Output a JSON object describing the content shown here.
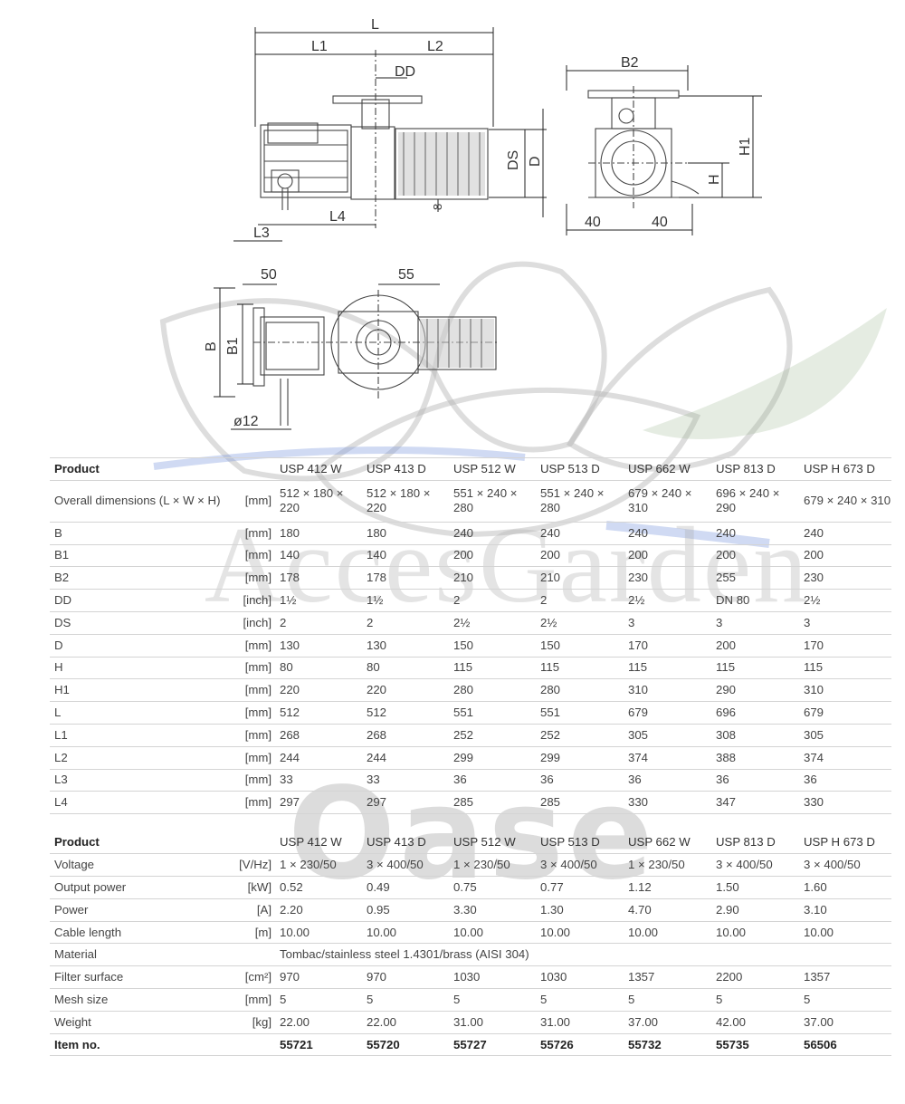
{
  "drawing": {
    "dims": {
      "L": "L",
      "L1": "L1",
      "L2": "L2",
      "DD": "DD",
      "DS": "DS",
      "D": "D",
      "L3": "L3",
      "L4": "L4",
      "eight": "8",
      "B2": "B2",
      "H1": "H1",
      "H": "H",
      "forty_left": "40",
      "forty_right": "40",
      "fifty": "50",
      "fiftyfive": "55",
      "B": "B",
      "B1": "B1",
      "phi12": "ø12"
    }
  },
  "watermark": {
    "brand": "AccesGarden",
    "logo": "Oase"
  },
  "models": [
    "USP 412 W",
    "USP 413 D",
    "USP 512 W",
    "USP 513 D",
    "USP 662 W",
    "USP 813 D",
    "USP H 673 D"
  ],
  "table1": {
    "header_label": "Product",
    "rows": [
      {
        "label": "Overall dimensions (L × W × H)",
        "unit": "[mm]",
        "values": [
          "512 × 180 × 220",
          "512 × 180 × 220",
          "551 × 240 × 280",
          "551 × 240 × 280",
          "679 × 240 × 310",
          "696 × 240 × 290",
          "679 × 240 × 310"
        ]
      },
      {
        "label": "B",
        "unit": "[mm]",
        "values": [
          "180",
          "180",
          "240",
          "240",
          "240",
          "240",
          "240"
        ]
      },
      {
        "label": "B1",
        "unit": "[mm]",
        "values": [
          "140",
          "140",
          "200",
          "200",
          "200",
          "200",
          "200"
        ]
      },
      {
        "label": "B2",
        "unit": "[mm]",
        "values": [
          "178",
          "178",
          "210",
          "210",
          "230",
          "255",
          "230"
        ]
      },
      {
        "label": "DD",
        "unit": "[inch]",
        "values": [
          "1½",
          "1½",
          "2",
          "2",
          "2½",
          "DN 80",
          "2½"
        ]
      },
      {
        "label": "DS",
        "unit": "[inch]",
        "values": [
          "2",
          "2",
          "2½",
          "2½",
          "3",
          "3",
          "3"
        ]
      },
      {
        "label": "D",
        "unit": "[mm]",
        "values": [
          "130",
          "130",
          "150",
          "150",
          "170",
          "200",
          "170"
        ]
      },
      {
        "label": "H",
        "unit": "[mm]",
        "values": [
          "80",
          "80",
          "115",
          "115",
          "115",
          "115",
          "115"
        ]
      },
      {
        "label": "H1",
        "unit": "[mm]",
        "values": [
          "220",
          "220",
          "280",
          "280",
          "310",
          "290",
          "310"
        ]
      },
      {
        "label": "L",
        "unit": "[mm]",
        "values": [
          "512",
          "512",
          "551",
          "551",
          "679",
          "696",
          "679"
        ]
      },
      {
        "label": "L1",
        "unit": "[mm]",
        "values": [
          "268",
          "268",
          "252",
          "252",
          "305",
          "308",
          "305"
        ]
      },
      {
        "label": "L2",
        "unit": "[mm]",
        "values": [
          "244",
          "244",
          "299",
          "299",
          "374",
          "388",
          "374"
        ]
      },
      {
        "label": "L3",
        "unit": "[mm]",
        "values": [
          "33",
          "33",
          "36",
          "36",
          "36",
          "36",
          "36"
        ]
      },
      {
        "label": "L4",
        "unit": "[mm]",
        "values": [
          "297",
          "297",
          "285",
          "285",
          "330",
          "347",
          "330"
        ]
      }
    ]
  },
  "table2": {
    "header_label": "Product",
    "rows": [
      {
        "label": "Voltage",
        "unit": "[V/Hz]",
        "values": [
          "1 × 230/50",
          "3 × 400/50",
          "1 × 230/50",
          "3 × 400/50",
          "1 × 230/50",
          "3 × 400/50",
          "3 × 400/50"
        ]
      },
      {
        "label": "Output power",
        "unit": "[kW]",
        "values": [
          "0.52",
          "0.49",
          "0.75",
          "0.77",
          "1.12",
          "1.50",
          "1.60"
        ]
      },
      {
        "label": "Power",
        "unit": "[A]",
        "values": [
          "2.20",
          "0.95",
          "3.30",
          "1.30",
          "4.70",
          "2.90",
          "3.10"
        ]
      },
      {
        "label": "Cable length",
        "unit": "[m]",
        "values": [
          "10.00",
          "10.00",
          "10.00",
          "10.00",
          "10.00",
          "10.00",
          "10.00"
        ]
      },
      {
        "label": "Material",
        "unit": "",
        "span_value": "Tombac/stainless steel 1.4301/brass (AISI 304)"
      },
      {
        "label": "Filter surface",
        "unit": "[cm²]",
        "values": [
          "970",
          "970",
          "1030",
          "1030",
          "1357",
          "2200",
          "1357"
        ]
      },
      {
        "label": "Mesh size",
        "unit": "[mm]",
        "values": [
          "5",
          "5",
          "5",
          "5",
          "5",
          "5",
          "5"
        ]
      },
      {
        "label": "Weight",
        "unit": "[kg]",
        "values": [
          "22.00",
          "22.00",
          "31.00",
          "31.00",
          "37.00",
          "42.00",
          "37.00"
        ]
      },
      {
        "label": "Item no.",
        "unit": "",
        "values": [
          "55721",
          "55720",
          "55727",
          "55726",
          "55732",
          "55735",
          "56506"
        ],
        "bold": true
      }
    ]
  }
}
